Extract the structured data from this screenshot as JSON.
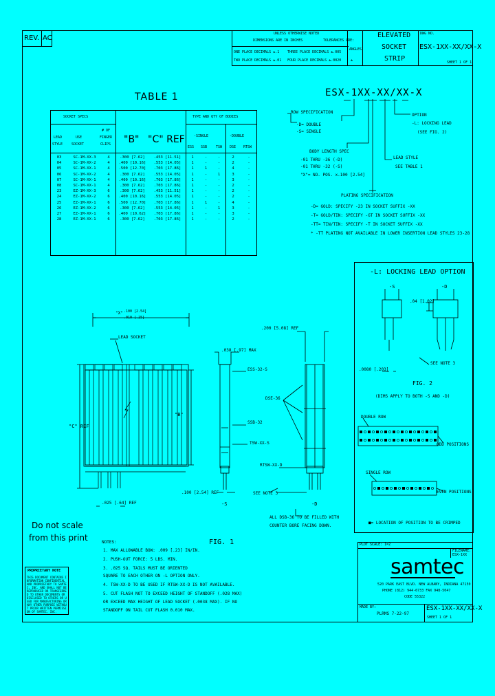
{
  "title_block": {
    "rev_label": "REV.",
    "rev_value": "AC",
    "unless_noted": "UNLESS OTHERWISE NOTED",
    "dims_inches": "DIMENSIONS ARE IN INCHES",
    "tolerances": "TOLERANCES ARE:",
    "one_place": "ONE PLACE DECIMALS ±.1",
    "two_place": "TWO PLACE DECIMALS ±.01",
    "three_place": "THREE PLACE DECIMALS ±.005",
    "four_place": "FOUR PLACE DECIMALS ±.0020",
    "angles": "ANGLES",
    "angles_tol": "±",
    "description_lines": [
      "ELEVATED",
      "SOCKET",
      "STRIP"
    ],
    "dwg_no_label": "DWG NO.",
    "dwg_no": "ESX-1XX-XX/XX-X",
    "sheet": "SHEET 1 OF 1"
  },
  "table1": {
    "title": "TABLE 1",
    "socket_specs_header": "SOCKET SPECS",
    "type_qty_header": "TYPE AND QTY OF BODIES",
    "col_lead_style": [
      "LEAD",
      "STYLE"
    ],
    "col_use_socket": [
      "USE",
      "SOCKET"
    ],
    "col_fingers": [
      "# OF",
      "FINGER",
      "CLIPS"
    ],
    "col_b": "\"B\"",
    "col_c": "\"C\" REF",
    "single_header": "-SINGLE",
    "double_header": "-DOUBLE",
    "sub_cols": [
      "ESS",
      "SSB",
      "TSW",
      "DSE",
      "RTSW"
    ],
    "rows": [
      [
        "03",
        "SC-1M-XX-3",
        "4",
        ".300 [7.62]",
        ".453 [11.51]",
        "1",
        "-",
        "-",
        "2",
        "-"
      ],
      [
        "04",
        "SC-1M-XX-2",
        "4",
        ".400 [10.16]",
        ".553 [14.05]",
        "1",
        "-",
        "-",
        "2",
        "-"
      ],
      [
        "05",
        "SC-1M-XX-1",
        "4",
        ".500 [12.70]",
        ".703 [17.86]",
        "1",
        "1",
        "-",
        "4",
        "-"
      ],
      [
        "06",
        "SC-1M-XX-2",
        "4",
        ".300 [7.62]",
        ".553 [14.05]",
        "1",
        "-",
        "1",
        "3",
        "-"
      ],
      [
        "07",
        "SC-1M-XX-1",
        "4",
        ".400 [10.16]",
        ".703 [17.86]",
        "1",
        "-",
        "-",
        "3",
        "-"
      ],
      [
        "08",
        "SC-1M-XX-1",
        "4",
        ".300 [7.62]",
        ".703 [17.86]",
        "1",
        "-",
        "-",
        "2",
        "-"
      ],
      [
        "23",
        "EZ-1M-XX-3",
        "6",
        ".300 [7.62]",
        ".453 [11.51]",
        "1",
        "-",
        "-",
        "2",
        "-"
      ],
      [
        "24",
        "EZ-1M-XX-2",
        "6",
        ".400 [10.16]",
        ".553 [14.05]",
        "1",
        "-",
        "-",
        "2",
        "-"
      ],
      [
        "25",
        "EZ-1M-XX-1",
        "6",
        ".500 [12.70]",
        ".703 [17.86]",
        "1",
        "1",
        "-",
        "4",
        "-"
      ],
      [
        "26",
        "EZ-1M-XX-2",
        "6",
        ".300 [7.62]",
        ".553 [14.05]",
        "1",
        "-",
        "1",
        "3",
        "-"
      ],
      [
        "27",
        "EZ-1M-XX-1",
        "6",
        ".400 [10.62]",
        ".703 [17.86]",
        "1",
        "-",
        "-",
        "3",
        "-"
      ],
      [
        "28",
        "EZ-1M-XX-1",
        "6",
        ".300 [7.62]",
        ".703 [17.86]",
        "1",
        "-",
        "-",
        "2",
        "-"
      ]
    ]
  },
  "part_number": {
    "code": "ESX-1XX-XX/XX-X",
    "row_spec": "ROW SPECIFICATION",
    "row_d": "-D= DOUBLE",
    "row_s": "-S= SINGLE",
    "body_length": "BODY LENGTH SPEC",
    "body_1": "-01 THRU -36 (-D)",
    "body_2": "-01 THRU -32 (-S)",
    "body_3": "\"X\"= NO. POS. x.100 [2.54]",
    "option": "OPTION",
    "option_l": "-L: LOCKING LEAD",
    "option_see": "(SEE FIG. 2)",
    "lead_style": "LEAD STYLE",
    "lead_see": "SEE TABLE 1",
    "plating": "PLATING SPECIFICATION",
    "plating_1": "-D= GOLD: SPECIFY -23 IN SOCKET SUFFIX -XX",
    "plating_2": "-T= GOLD/TIN: SPECIFY -GT IN SOCKET SUFFIX -XX",
    "plating_3": "-TT= TIN/TIN: SPECIFY -T IN SOCKET SUFFIX -XX",
    "plating_4": "* -TT PLATING NOT AVAILABLE IN LOWER INSERTION LEAD STYLES 23-28"
  },
  "locking": {
    "title": "-L: LOCKING LEAD OPTION",
    "s": "-S",
    "d": "-D",
    "dim1": ".04 [1.02]",
    "dim2": ".0080 [.203]",
    "see_note": "SEE NOTE 3",
    "fig2": "FIG. 2",
    "fig2_sub": "(DIMS APPLY TO BOTH -S AND -D)",
    "double_row": "DOUBLE ROW",
    "odd_positions": "ODD POSITIONS",
    "single_row": "SINGLE ROW",
    "even_positions": "EVEN POSITIONS",
    "legend": "■= LOCATION OF POSITION TO BE CRIMPED"
  },
  "fig1": {
    "x100_label": "\"X\"",
    "x100_dims": ".100 [2.54]",
    "x100_tol": ".010 [.25]",
    "lead_socket": "LEAD SOCKET",
    "c_ref": "\"C\" REF",
    "b": "\"B\"",
    "dim_025": ".025 [.64] REF",
    "dim_038": ".038 [.97] MAX",
    "dim_100": ".100 [2.54] REF",
    "dim_200": ".200 [5.08] REF",
    "ess": "ESS-32-S",
    "ssb": "SSB-32",
    "tsw": "TSW-XX-S",
    "dse": "DSE-36",
    "rtsw": "RTSW-XX-D",
    "see_note": "SEE NOTE 3",
    "s": "-S",
    "d": "-D",
    "filled": "ALL DSB-36 TO BE FILLED WITH",
    "filled2": "COUNTER BORE FACING DOWN.",
    "label": "FIG. 1"
  },
  "do_not_scale": [
    "Do not scale",
    "from this print"
  ],
  "notes": {
    "title": "NOTES:",
    "items": [
      "1. MAX ALLOWABLE BOW: .009 [.23] IN/IN.",
      "2. PUSH-OUT FORCE: 5 LBS. MIN.",
      "3. .025 SQ. TAILS MUST BE ORIENTED",
      "   SQUARE TO EACH OTHER ON -L OPTION ONLY.",
      "4. TSW-XX-D TO BE USED IF RTSW-XX-D IS NOT AVAILABLE.",
      "5. CUT FLASH NOT TO EXCEED HEIGHT OF STANDOFF (.028 MAX)",
      "   OR EXCEED MAX HEIGHT OF LEAD SOCKET (.0038 MAX). IF NO",
      "   STANDOFF ON TAIL CUT FLASH 0.010 MAX."
    ]
  },
  "proprietary": {
    "title": "PROPRIETARY NOTE",
    "text": "THIS DOCUMENT CONTAINS INFORMATION CONFIDENTIAL AND PROPRIETARY TO SAMTEC, INC. AND SHALL NOT BE REPRODUCED OR TRANSFERRED TO OTHER DOCUMENTS OR DISCLOSED TO OTHERS OR USED FOR MANUFACTURING OR ANY OTHER PURPOSE WITHOUT PRIOR WRITTEN PERMISSION OF SAMTEC, INC."
  },
  "footer": {
    "plot_scale": "PLOT SCALE: 1=2",
    "file_label": "FILENAME:",
    "file_value": "ESX-1XX",
    "logo": "samtec",
    "addr1": "520 PARK EAST BLVD. NEW ALBANY, INDIANA 47150",
    "addr2": "PHONE (812) 944-6733  FAX 948-5047",
    "addr3": "CODE 55322",
    "made_by": "MADE BY:",
    "made_value": "PLRMS 7-22-97",
    "dwg": "ESX-1XX-XX/XX-X",
    "sheet": "SHEET 1 OF 1"
  }
}
